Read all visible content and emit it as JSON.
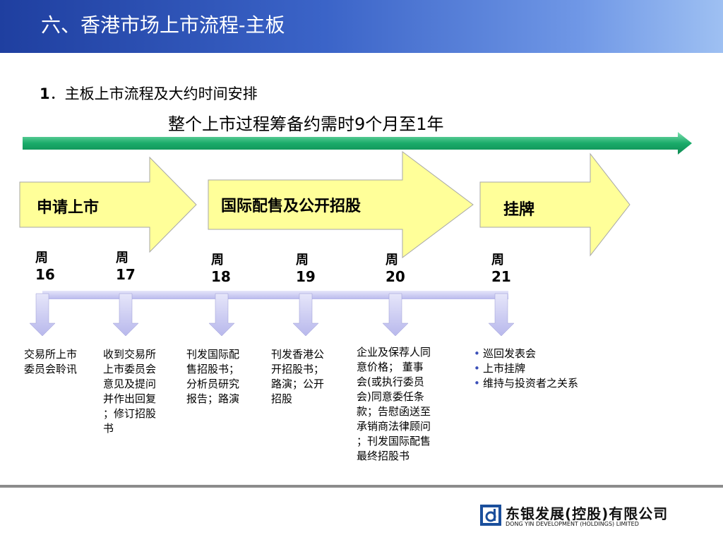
{
  "header": {
    "title": "六、香港市场上市流程-主板"
  },
  "subtitle": {
    "number": "1",
    "text": "．主板上市流程及大约时间安排"
  },
  "overall_duration": "整个上市过程筹备约需时9个月至1年",
  "stages": [
    {
      "label": "申请上市"
    },
    {
      "label": "国际配售及公开招股"
    },
    {
      "label": "挂牌"
    }
  ],
  "weeks": [
    {
      "line1": "周",
      "line2": "16"
    },
    {
      "line1": "周",
      "line2": "17"
    },
    {
      "line1": "周",
      "line2": "18"
    },
    {
      "line1": "周",
      "line2": "19"
    },
    {
      "line1": "周",
      "line2": "20"
    },
    {
      "line1": "周",
      "line2": "21"
    }
  ],
  "descriptions": [
    [
      "交易所上市",
      "委员会聆讯"
    ],
    [
      "收到交易所",
      "上市委员会",
      "意见及提问",
      "并作出回复",
      "；修订招股",
      "书"
    ],
    [
      "刊发国际配",
      "售招股书；",
      "分析员研究",
      "报告；路演"
    ],
    [
      "刊发香港公",
      "开招股书；",
      "路演；公开",
      "招股"
    ],
    [
      "企业及保荐人同",
      "意价格；  董事",
      "会(或执行委员",
      "会)同意委任条",
      "款；告慰函送至",
      "承销商法律顾问",
      "；刊发国际配售",
      "最终招股书"
    ]
  ],
  "bullets": [
    "巡回发表会",
    "上市挂牌",
    "维持与投资者之关系"
  ],
  "logo": {
    "name_cn": "东银发展(控股)有限公司",
    "name_en": "DONG YIN DEVELOPMENT (HOLDINGS) LIMITED"
  },
  "colors": {
    "header_blue": "#2a4db5",
    "timeline_green": "#1aab6a",
    "stage_yellow": "#ffff99",
    "connector_lavender": "#c8c8f0"
  }
}
